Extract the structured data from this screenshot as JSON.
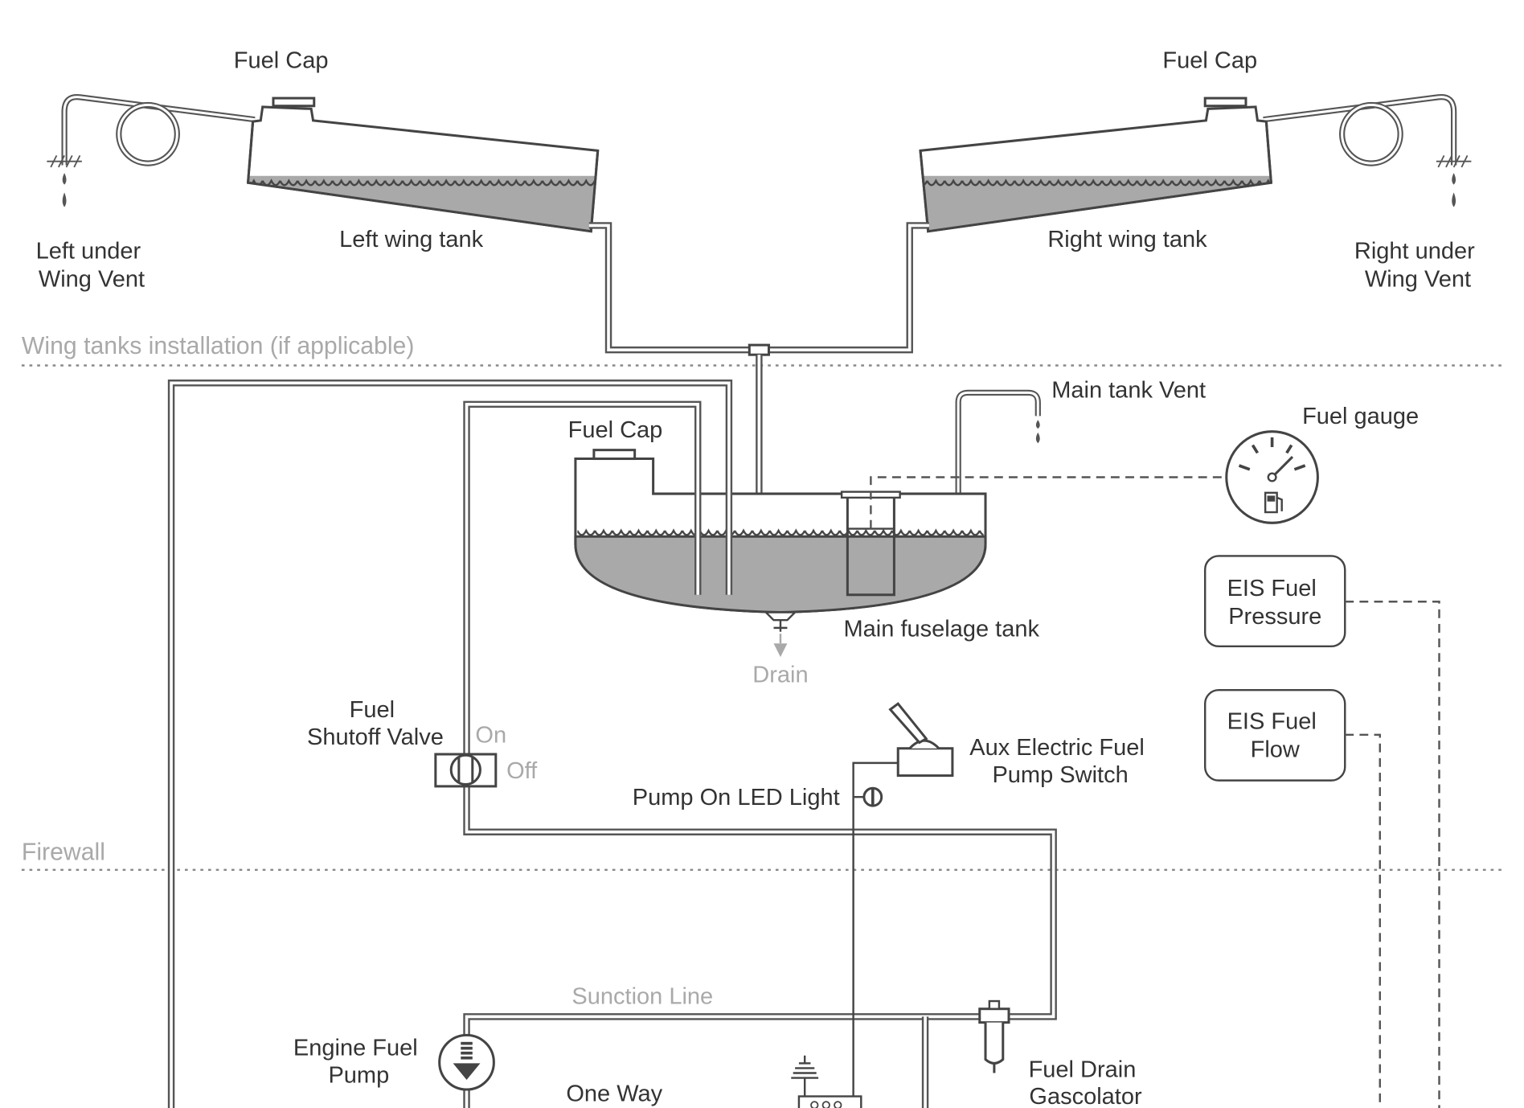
{
  "sections": {
    "wing_tanks": "Wing tanks installation (if applicable)",
    "firewall": "Firewall"
  },
  "labels": {
    "fuel_cap_left": "Fuel Cap",
    "fuel_cap_right": "Fuel Cap",
    "fuel_cap_main": "Fuel Cap",
    "left_under_wing_vent": [
      "Left under",
      "Wing Vent"
    ],
    "right_under_wing_vent": [
      "Right under",
      "Wing Vent"
    ],
    "left_wing_tank": "Left wing tank",
    "right_wing_tank": "Right wing tank",
    "main_tank_vent": "Main tank Vent",
    "fuel_gauge": "Fuel gauge",
    "main_fuselage_tank": "Main fuselage tank",
    "drain": "Drain",
    "eis_fuel_pressure": [
      "EIS Fuel",
      "Pressure"
    ],
    "eis_fuel_flow": [
      "EIS Fuel",
      "Flow"
    ],
    "fuel_shutoff_valve": [
      "Fuel",
      "Shutoff Valve"
    ],
    "valve_on": "On",
    "valve_off": "Off",
    "aux_pump_switch": [
      "Aux Electric Fuel",
      "Pump Switch"
    ],
    "pump_on_led": "Pump On LED Light",
    "suction_line": "Sunction Line",
    "engine_fuel_pump": [
      "Engine Fuel",
      "Pump"
    ],
    "one_way": "One Way",
    "fuel_drain_gascolator": [
      "Fuel Drain",
      "Gascolator"
    ]
  },
  "colors": {
    "pipe": "#555555",
    "fuel": "#a9a9a9",
    "section_text": "#a9a9a9",
    "text": "#333333"
  },
  "icons": [
    "vent-coil-icon",
    "drip-icon",
    "fuel-gauge-icon",
    "fuel-pump-symbol-icon",
    "toggle-switch-icon",
    "led-icon",
    "ground-icon",
    "gascolator-icon",
    "drain-arrow-icon"
  ]
}
